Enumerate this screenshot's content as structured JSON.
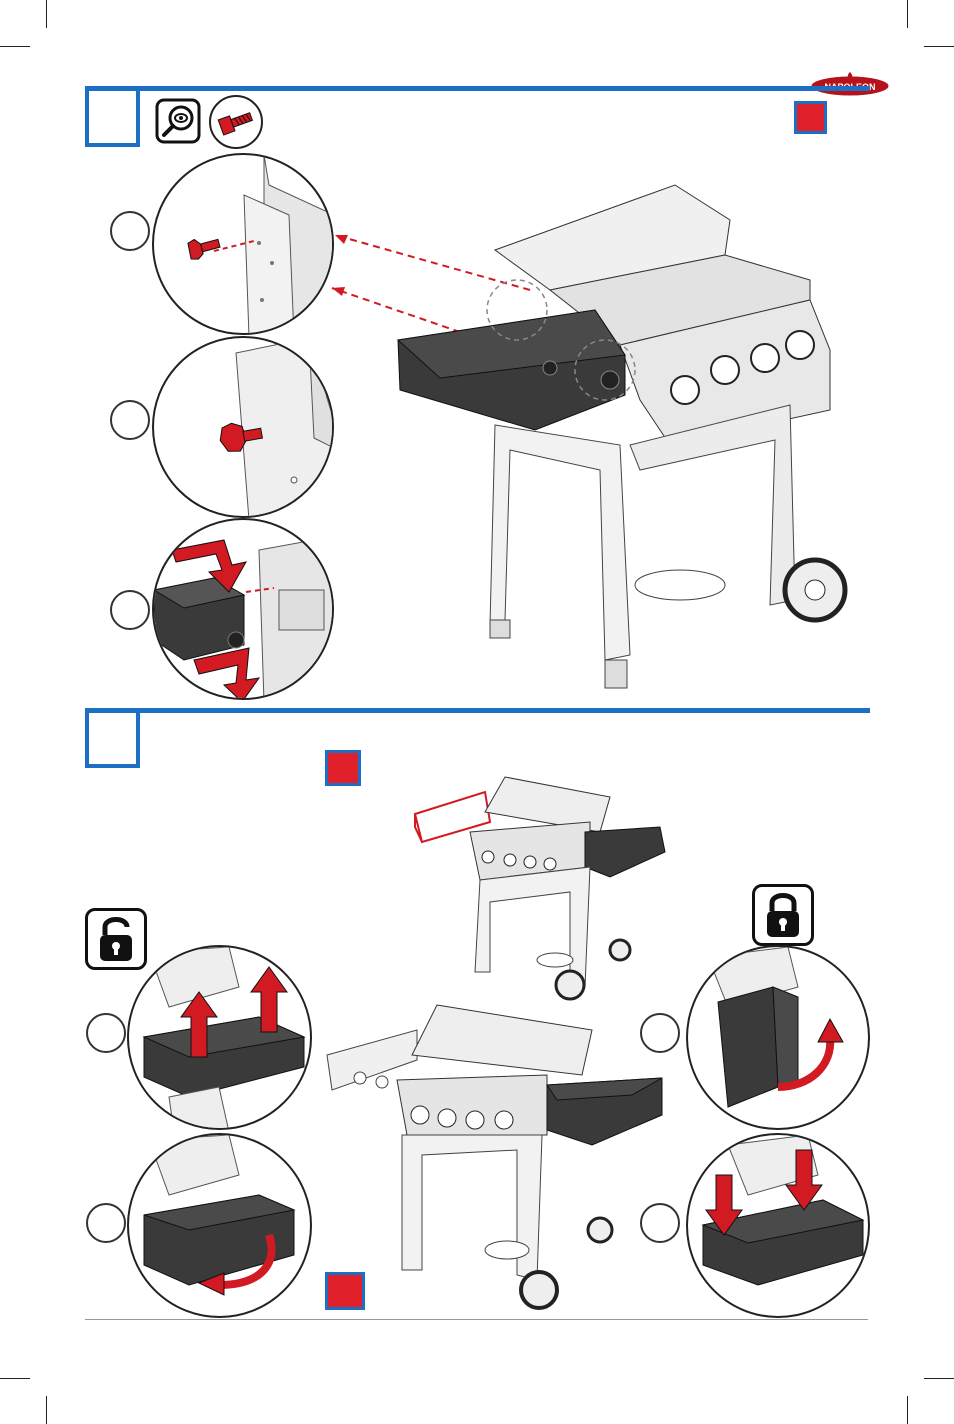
{
  "brand": {
    "name": "NAPOLEON",
    "color": "#b5121b"
  },
  "colors": {
    "accent_blue": "#1c6fc2",
    "accent_red": "#e0202a"
  },
  "step1": {
    "icons": [
      "inspect-icon",
      "screw-icon"
    ],
    "details": [
      {
        "name": "detail-1-screw-insert"
      },
      {
        "name": "detail-2-screw-installed"
      },
      {
        "name": "detail-3-shelf-mount"
      }
    ]
  },
  "step2": {
    "left_icon": "unlocked-padlock-icon",
    "right_icon": "locked-padlock-icon"
  }
}
